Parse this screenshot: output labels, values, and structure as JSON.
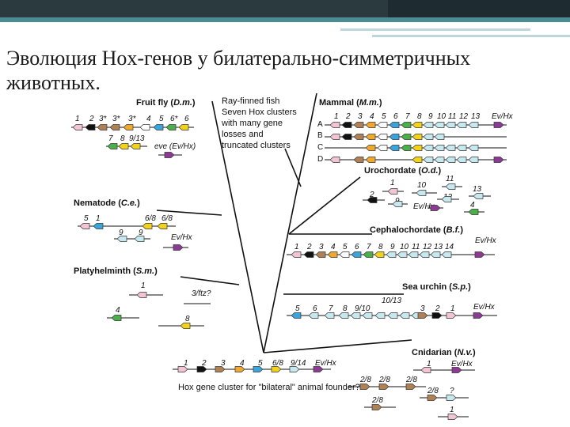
{
  "header": {
    "title": "Эволюция Hox-генов у билатерально-симметричных животных."
  },
  "colors": {
    "lab": "#f2c4d4",
    "pb": "#111111",
    "hox3": "#b08155",
    "dfd": "#f0a830",
    "scr": "#ffffff",
    "antp": "#3aa5dc",
    "ubx": "#4cb04a",
    "abda": "#f2d21a",
    "post": "#c6e8ef",
    "evx": "#8c3a96",
    "line": "#111111"
  },
  "diagram": {
    "labels": {
      "fruitfly_a": "Fruit fly (",
      "fruitfly_b": "D.m.",
      "fruitfly_c": ")",
      "rayfish_1": "Ray-finned fish",
      "rayfish_2": "Seven Hox clusters",
      "rayfish_3": "with many gene",
      "rayfish_4": "losses and",
      "rayfish_5": "truncated clusters",
      "mammal_a": "Mammal (",
      "mammal_b": "M.m.",
      "mammal_c": ")",
      "urochordate_a": "Urochordate (",
      "urochordate_b": "O.d.",
      "urochordate_c": ")",
      "nematode_a": "Nematode (",
      "nematode_b": "C.e.",
      "nematode_c": ")",
      "cephalochordate_a": "Cephalochordate (",
      "cephalochordate_b": "B.f.",
      "cephalochordate_c": ")",
      "platyhelminth_a": "Platyhelminth (",
      "platyhelminth_b": "S.m.",
      "platyhelminth_c": ")",
      "seaurchin_a": "Sea urchin (",
      "seaurchin_b": "S.p.",
      "seaurchin_c": ")",
      "cnidarian_a": "Cnidarian (",
      "cnidarian_b": "N.v.",
      "cnidarian_c": ")",
      "founder": "Hox gene cluster for \"bilateral\" animal founder?"
    },
    "rows": [
      "A",
      "B",
      "C",
      "D"
    ],
    "fruitfly": {
      "row1": [
        "1",
        "2",
        "3*",
        "3*",
        "3*",
        "4",
        "5",
        "6*",
        "6"
      ],
      "row2": [
        "7",
        "8",
        "9/13"
      ],
      "eve": "eve (Ev/Hx)"
    },
    "mammal": [
      "1",
      "2",
      "3",
      "4",
      "5",
      "6",
      "7",
      "8",
      "9",
      "10",
      "11",
      "12",
      "13",
      "Ev/Hx"
    ],
    "urochordate": [
      "1",
      "10",
      "11",
      "2",
      "9",
      "12",
      "13",
      "Ev/Hx",
      "4"
    ],
    "nematode": {
      "row1": [
        "5",
        "1",
        "6/8",
        "6/8"
      ],
      "row2": [
        "9",
        "9",
        "Ev/Hx"
      ]
    },
    "cephalochordate": [
      "1",
      "2",
      "3",
      "4",
      "5",
      "6",
      "7",
      "8",
      "9",
      "10",
      "11",
      "12",
      "13",
      "14",
      "Ev/Hx"
    ],
    "platyhelminth": [
      "1",
      "3/ftz?",
      "4",
      "8"
    ],
    "seaurchin": [
      "10/13",
      "5",
      "6",
      "7",
      "8",
      "9/10",
      "3",
      "2",
      "1",
      "Ev/Hx"
    ],
    "founder_genes": [
      "1",
      "2",
      "3",
      "4",
      "5",
      "6/8",
      "9/14",
      "Ev/Hx"
    ],
    "cnidarian": [
      "1",
      "Ev/Hx",
      "2/8",
      "2/8",
      "2/8",
      "2/8",
      "?",
      "2/8",
      "1"
    ]
  }
}
